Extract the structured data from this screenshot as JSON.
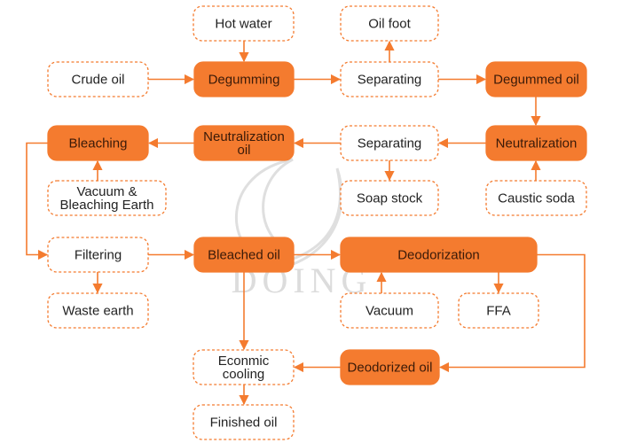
{
  "colors": {
    "accent": "#f47b2f",
    "accent_text": "#3a1a08",
    "outline": "#f47b2f",
    "arrow": "#f47b2f",
    "plain_text": "#222222",
    "watermark": "#dcdcdc"
  },
  "watermark": {
    "text": "DOING",
    "icon": "doing-logo-swirl"
  },
  "nodes": {
    "hot_water": {
      "label": "Hot water",
      "style": "outline"
    },
    "oil_foot": {
      "label": "Oil foot",
      "style": "outline"
    },
    "crude_oil": {
      "label": "Crude oil",
      "style": "outline"
    },
    "degumming": {
      "label": "Degumming",
      "style": "filled"
    },
    "separating_1": {
      "label": "Separating",
      "style": "outline"
    },
    "degummed_oil": {
      "label": "Degummed oil",
      "style": "filled"
    },
    "bleaching": {
      "label": "Bleaching",
      "style": "filled"
    },
    "neutralization_oil": {
      "label": "Neutralization oil",
      "style": "filled"
    },
    "separating_2": {
      "label": "Separating",
      "style": "outline"
    },
    "neutralization": {
      "label": "Neutralization",
      "style": "filled"
    },
    "vacuum_bleaching_earth": {
      "label": "Vacuum & Bleaching Earth",
      "style": "outline"
    },
    "soap_stock": {
      "label": "Soap stock",
      "style": "outline"
    },
    "caustic_soda": {
      "label": "Caustic soda",
      "style": "outline"
    },
    "filtering": {
      "label": "Filtering",
      "style": "outline"
    },
    "bleached_oil": {
      "label": "Bleached oil",
      "style": "filled"
    },
    "deodorization": {
      "label": "Deodorization",
      "style": "filled"
    },
    "waste_earth": {
      "label": "Waste earth",
      "style": "outline"
    },
    "vacuum": {
      "label": "Vacuum",
      "style": "outline"
    },
    "ffa": {
      "label": "FFA",
      "style": "outline"
    },
    "econmic_cooling": {
      "label": "Econmic cooling",
      "style": "outline"
    },
    "deodorized_oil": {
      "label": "Deodorized oil",
      "style": "filled"
    },
    "finished_oil": {
      "label": "Finished oil",
      "style": "outline"
    }
  },
  "edges": [
    [
      "crude_oil",
      "degumming"
    ],
    [
      "hot_water",
      "degumming"
    ],
    [
      "degumming",
      "separating_1"
    ],
    [
      "separating_1",
      "oil_foot"
    ],
    [
      "separating_1",
      "degummed_oil"
    ],
    [
      "degummed_oil",
      "neutralization"
    ],
    [
      "caustic_soda",
      "neutralization"
    ],
    [
      "neutralization",
      "separating_2"
    ],
    [
      "separating_2",
      "soap_stock"
    ],
    [
      "separating_2",
      "neutralization_oil"
    ],
    [
      "neutralization_oil",
      "bleaching"
    ],
    [
      "vacuum_bleaching_earth",
      "bleaching"
    ],
    [
      "bleaching",
      "filtering"
    ],
    [
      "filtering",
      "waste_earth"
    ],
    [
      "filtering",
      "bleached_oil"
    ],
    [
      "bleached_oil",
      "deodorization"
    ],
    [
      "vacuum",
      "deodorization"
    ],
    [
      "deodorization",
      "ffa"
    ],
    [
      "deodorization",
      "deodorized_oil"
    ],
    [
      "deodorized_oil",
      "econmic_cooling"
    ],
    [
      "bleached_oil",
      "econmic_cooling"
    ],
    [
      "econmic_cooling",
      "finished_oil"
    ]
  ]
}
